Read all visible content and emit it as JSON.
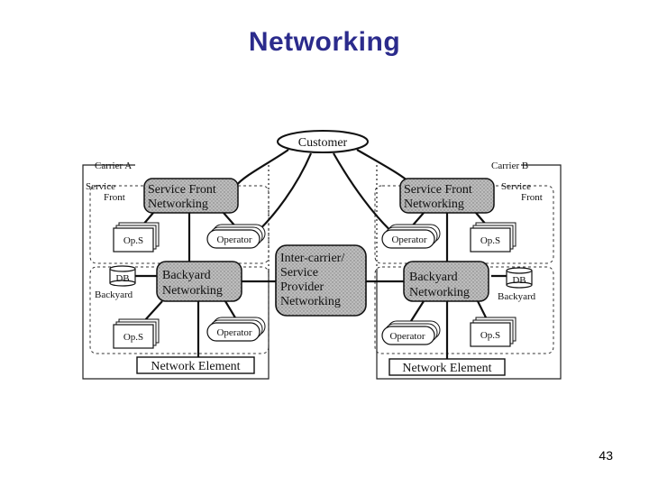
{
  "slide": {
    "title": "Networking",
    "page_number": "43"
  },
  "diagram": {
    "customer": "Customer",
    "carrier_a": {
      "label": "Carrier A",
      "service_front": [
        "Service",
        "Front"
      ],
      "service_front_networking": [
        "Service Front",
        "Networking"
      ],
      "ops_top": "Op.S",
      "operator_top": "Operator",
      "db": "DB",
      "backyard": "Backyard",
      "backyard_networking": [
        "Backyard",
        "Networking"
      ],
      "ops_bottom": "Op.S",
      "operator_bottom": "Operator",
      "network_element": "Network Element"
    },
    "carrier_b": {
      "label": "Carrier B",
      "service_front": [
        "Service",
        "Front"
      ],
      "service_front_networking": [
        "Service Front",
        "Networking"
      ],
      "ops_top": "Op.S",
      "operator_top": "Operator",
      "db": "DB",
      "backyard": "Backyard",
      "backyard_networking": [
        "Backyard",
        "Networking"
      ],
      "ops_bottom": "Op.S",
      "operator_bottom": "Operator",
      "network_element": "Network Element"
    },
    "inter_carrier": [
      "Inter-carrier/",
      "Service",
      "Provider",
      "Networking"
    ]
  }
}
